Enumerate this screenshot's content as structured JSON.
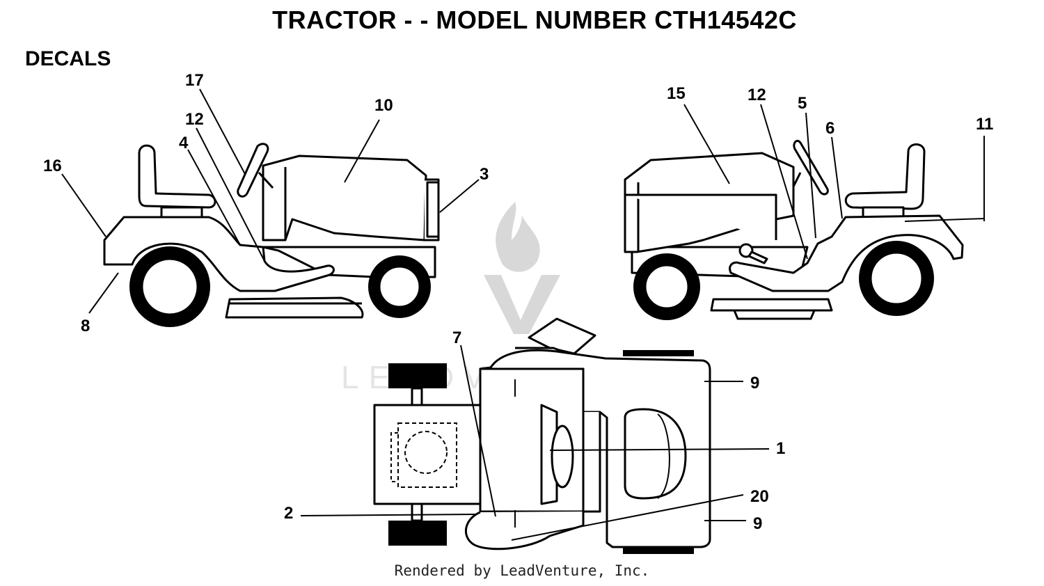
{
  "header": {
    "title": "TRACTOR - - MODEL NUMBER CTH14542C",
    "section": "DECALS"
  },
  "callouts": {
    "c1": "1",
    "c2": "2",
    "c3": "3",
    "c4": "4",
    "c5": "5",
    "c6": "6",
    "c7": "7",
    "c8": "8",
    "c9a": "9",
    "c9b": "9",
    "c10": "10",
    "c11": "11",
    "c12a": "12",
    "c12b": "12",
    "c15": "15",
    "c16": "16",
    "c17": "17",
    "c20": "20"
  },
  "watermark": {
    "text": "LEADVENTURE"
  },
  "footer": {
    "credit": "Rendered by LeadVenture, Inc."
  }
}
